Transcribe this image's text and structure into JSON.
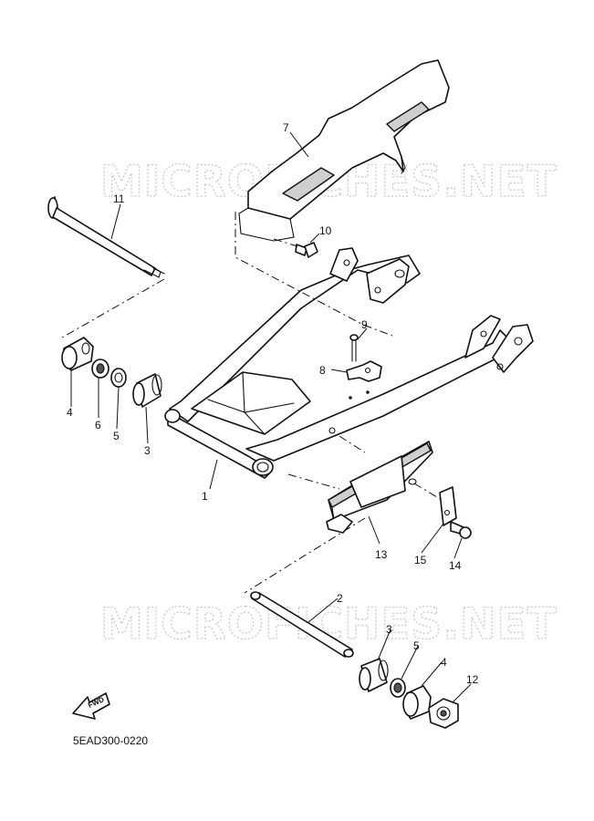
{
  "watermark": "MICROFICHES.NET",
  "diagram_code": "5EAD300-0220",
  "fwd_label": "FWD",
  "callouts": {
    "c1": "1",
    "c2": "2",
    "c3a": "3",
    "c3b": "3",
    "c4a": "4",
    "c4b": "4",
    "c5a": "5",
    "c5b": "5",
    "c6": "6",
    "c7": "7",
    "c8": "8",
    "c9": "9",
    "c10": "10",
    "c11": "11",
    "c12": "12",
    "c13": "13",
    "c14": "14",
    "c15": "15"
  }
}
